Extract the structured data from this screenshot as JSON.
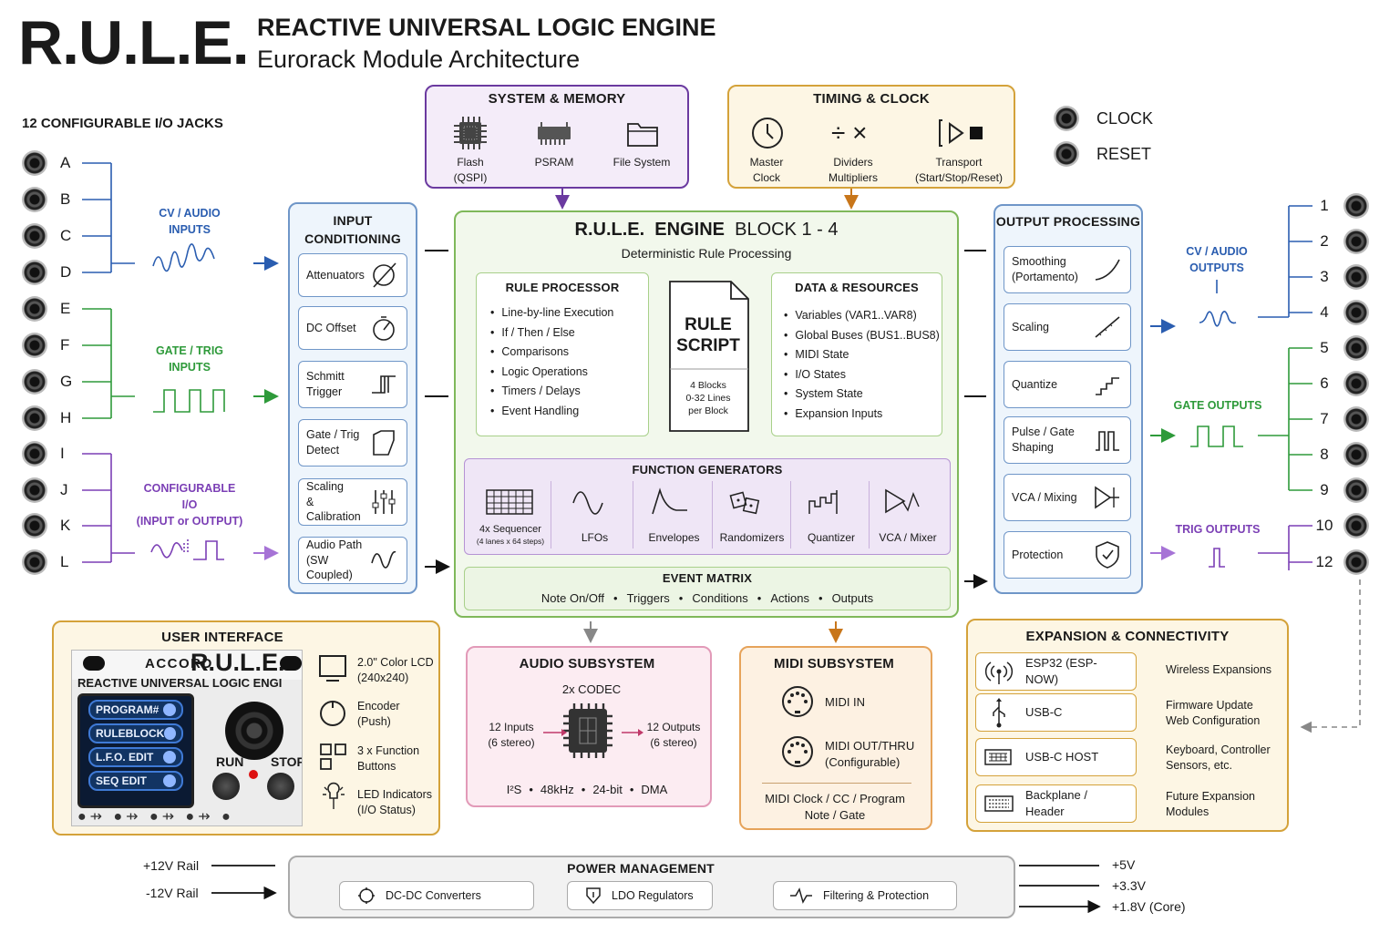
{
  "header": {
    "logo": "R.U.L.E.",
    "title": "REACTIVE UNIVERSAL LOGIC ENGINE",
    "subtitle": "Eurorack Module Architecture"
  },
  "io": {
    "heading": "12 CONFIGURABLE I/O JACKS",
    "jacks": [
      "A",
      "B",
      "C",
      "D",
      "E",
      "F",
      "G",
      "H",
      "I",
      "J",
      "K",
      "L"
    ],
    "cv_audio_inputs": "CV / AUDIO INPUTS",
    "gate_trig_inputs": "GATE / TRIG INPUTS",
    "configurable_1": "CONFIGURABLE",
    "configurable_2": "I/O",
    "configurable_3": "(INPUT or OUTPUT)"
  },
  "system_memory": {
    "title": "SYSTEM & MEMORY",
    "items": [
      {
        "label": "Flash",
        "sub": "(QSPI)"
      },
      {
        "label": "PSRAM",
        "sub": ""
      },
      {
        "label": "File System",
        "sub": ""
      }
    ]
  },
  "timing_clock": {
    "title": "TIMING & CLOCK",
    "items": [
      {
        "label": "Master",
        "sub": "Clock"
      },
      {
        "label": "Dividers",
        "sub": "Multipliers"
      },
      {
        "label": "Transport",
        "sub": "(Start/Stop/Reset)"
      }
    ]
  },
  "clock_jacks": {
    "clock": "CLOCK",
    "reset": "RESET"
  },
  "input_conditioning": {
    "title_1": "INPUT",
    "title_2": "CONDITIONING",
    "items": [
      {
        "l1": "Attenuators",
        "l2": ""
      },
      {
        "l1": "DC Offset",
        "l2": ""
      },
      {
        "l1": "Schmitt",
        "l2": "Trigger"
      },
      {
        "l1": "Gate / Trig",
        "l2": "Detect"
      },
      {
        "l1": "Scaling",
        "l2": "& Calibration"
      },
      {
        "l1": "Audio Path",
        "l2": "(SW Coupled)"
      }
    ]
  },
  "engine": {
    "title_a": "R.U.L.E.",
    "title_b": "ENGINE",
    "title_c": "BLOCK 1 - 4",
    "subtitle": "Deterministic Rule Processing",
    "rule_processor": {
      "title": "RULE PROCESSOR",
      "bullets": [
        "Line-by-line Execution",
        "If / Then / Else",
        "Comparisons",
        "Logic Operations",
        "Timers / Delays",
        "Event Handling"
      ]
    },
    "script": {
      "l1": "RULE",
      "l2": "SCRIPT",
      "d1": "4 Blocks",
      "d2": "0-32 Lines",
      "d3": "per Block"
    },
    "data_resources": {
      "title": "DATA & RESOURCES",
      "bullets": [
        "Variables (VAR1..VAR8)",
        "Global Buses (BUS1..BUS8)",
        "MIDI State",
        "I/O States",
        "System State",
        "Expansion Inputs"
      ]
    },
    "function_generators": {
      "title": "FUNCTION GENERATORS",
      "items": [
        {
          "l1": "4x Sequencer",
          "l2": "(4 lanes x 64 steps)"
        },
        {
          "l1": "LFOs",
          "l2": ""
        },
        {
          "l1": "Envelopes",
          "l2": ""
        },
        {
          "l1": "Randomizers",
          "l2": ""
        },
        {
          "l1": "Quantizer",
          "l2": ""
        },
        {
          "l1": "VCA / Mixer",
          "l2": ""
        }
      ]
    },
    "event_matrix": {
      "title": "EVENT MATRIX",
      "items": [
        "Note On/Off",
        "Triggers",
        "Conditions",
        "Actions",
        "Outputs"
      ]
    }
  },
  "output_processing": {
    "title": "OUTPUT PROCESSING",
    "items": [
      {
        "l1": "Smoothing",
        "l2": "(Portamento)"
      },
      {
        "l1": "Scaling",
        "l2": ""
      },
      {
        "l1": "Quantize",
        "l2": ""
      },
      {
        "l1": "Pulse / Gate",
        "l2": "Shaping"
      },
      {
        "l1": "VCA / Mixing",
        "l2": ""
      },
      {
        "l1": "Protection",
        "l2": ""
      }
    ]
  },
  "outputs": {
    "numbers": [
      "1",
      "2",
      "3",
      "4",
      "5",
      "6",
      "7",
      "8",
      "9",
      "10",
      "12"
    ],
    "cv_audio_outputs": "CV / AUDIO OUTPUTS",
    "gate_outputs": "GATE OUTPUTS",
    "trig_outputs": "TRIG OUTPUTS"
  },
  "user_interface": {
    "title": "USER INTERFACE",
    "panel": {
      "brand": "ACCORD",
      "logo": "R.U.L.E.",
      "name": "REACTIVE UNIVERSAL LOGIC ENGI",
      "menu": [
        "PROGRAM#",
        "RULEBLOCK",
        "L.F.O. EDIT",
        "SEQ EDIT"
      ],
      "run": "RUN",
      "stop": "STOP"
    },
    "items": [
      {
        "l1": "2.0\" Color LCD",
        "l2": "(240x240)"
      },
      {
        "l1": "Encoder",
        "l2": "(Push)"
      },
      {
        "l1": "3 x Function",
        "l2": "Buttons"
      },
      {
        "l1": "LED Indicators",
        "l2": "(I/O Status)"
      }
    ]
  },
  "audio": {
    "title": "AUDIO SUBSYSTEM",
    "codec": "2x CODEC",
    "in_1": "12 Inputs",
    "in_2": "(6 stereo)",
    "out_1": "12 Outputs",
    "out_2": "(6 stereo)",
    "specs": [
      "I²S",
      "48kHz",
      "24-bit",
      "DMA"
    ]
  },
  "midi": {
    "title": "MIDI SUBSYSTEM",
    "in": "MIDI IN",
    "out_1": "MIDI OUT/THRU",
    "out_2": "(Configurable)",
    "f1": "MIDI Clock / CC / Program",
    "f2": "Note / Gate"
  },
  "expansion": {
    "title": "EXPANSION & CONNECTIVITY",
    "rows": [
      {
        "label": "ESP32 (ESP-NOW)",
        "d1": "Wireless Expansions",
        "d2": ""
      },
      {
        "label": "USB-C",
        "d1": "Firmware Update",
        "d2": "Web Configuration"
      },
      {
        "label": "USB-C HOST",
        "d1": "Keyboard, Controller",
        "d2": "Sensors, etc."
      },
      {
        "label": "Backplane / Header",
        "d1": "Future Expansion",
        "d2": "Modules"
      }
    ]
  },
  "power": {
    "title": "POWER MANAGEMENT",
    "in": [
      "+12V Rail",
      "-12V Rail"
    ],
    "items": [
      "DC-DC Converters",
      "LDO Regulators",
      "Filtering & Protection"
    ],
    "out": [
      "+5V",
      "+3.3V",
      "+1.8V (Core)"
    ]
  },
  "colors": {
    "blue": "#2a5db0",
    "green": "#2e9a3a",
    "purple": "#7b3fb5",
    "orange": "#c8761a",
    "lav": "#f4ecf9",
    "amber": "#fdf6e4",
    "mint": "#f2f8ec",
    "sky": "#eef5fc",
    "pink": "#fcecf2"
  }
}
